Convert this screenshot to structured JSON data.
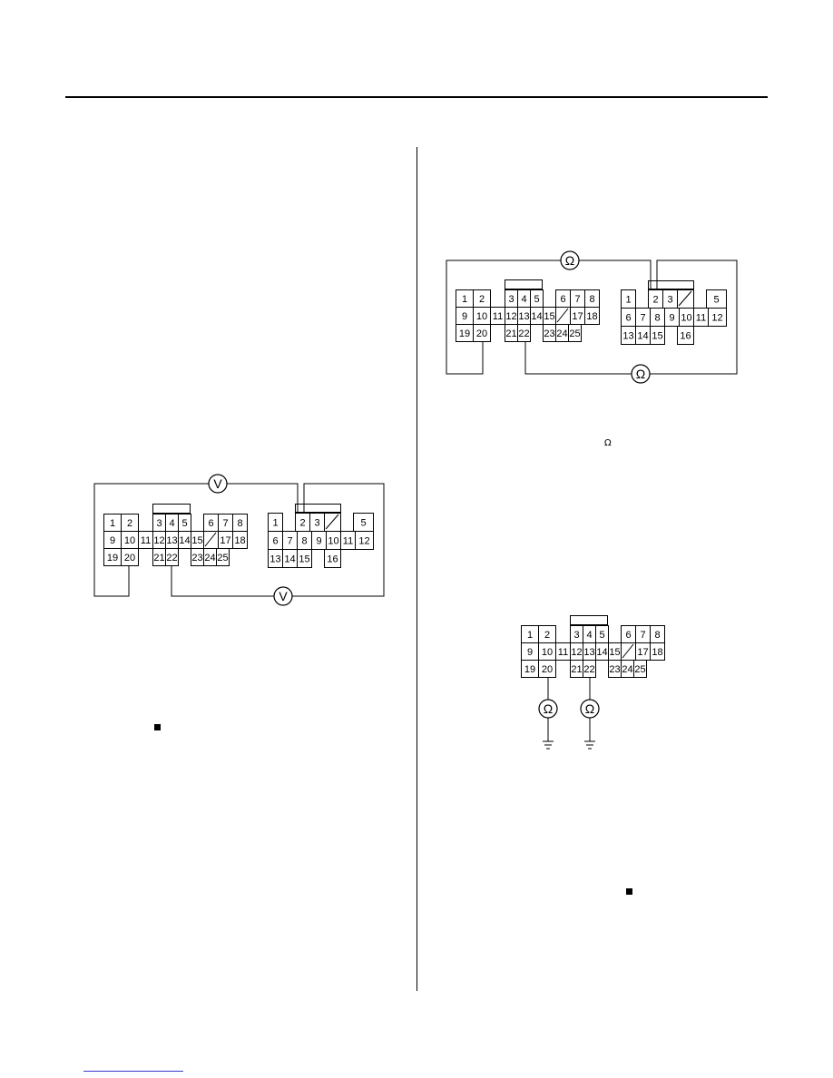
{
  "symbols": {
    "voltmeter": "V",
    "ohmmeter": "Ω",
    "ohm_unit": "Ω"
  },
  "connector_a": {
    "top_row": [
      "1",
      "2",
      "3",
      "4",
      "5",
      "6",
      "7",
      "8"
    ],
    "mid_row": [
      "9",
      "10",
      "11",
      "12",
      "13",
      "14",
      "15",
      "17",
      "18"
    ],
    "bottom_row": [
      "19",
      "20",
      "21",
      "22",
      "23",
      "24",
      "25"
    ]
  },
  "connector_b": {
    "top_row": [
      "1",
      "2",
      "3",
      "5"
    ],
    "mid_row": [
      "6",
      "7",
      "8",
      "9",
      "10",
      "11",
      "12"
    ],
    "bottom_row": [
      "13",
      "14",
      "15",
      "16"
    ]
  },
  "icons": {
    "end_marker": "square-end-icon",
    "ground": "ground-icon",
    "meter": "meter-icon"
  }
}
